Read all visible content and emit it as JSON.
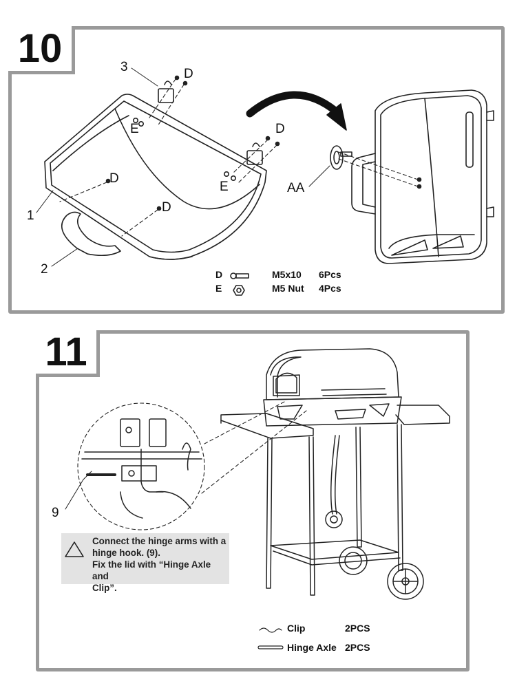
{
  "step10": {
    "number": "10",
    "callouts": {
      "part_1": "1",
      "part_2": "2",
      "part_3": "3",
      "d1": "D",
      "d2": "D",
      "d3": "D",
      "d4": "D",
      "e1": "E",
      "e2": "E",
      "aa": "AA"
    },
    "parts_list": [
      {
        "code": "D",
        "spec": "M5x10",
        "qty": "6Pcs",
        "icon": "bolt-icon"
      },
      {
        "code": "E",
        "spec": "M5 Nut",
        "qty": "4Pcs",
        "icon": "nut-icon"
      }
    ]
  },
  "step11": {
    "number": "11",
    "callouts": {
      "part_9": "9"
    },
    "note_icon": "warning-triangle-icon",
    "note_text": "Connect the hinge arms with a\nhinge hook. (9).\nFix the lid with “Hinge Axle and\nClip”.",
    "parts_list": [
      {
        "name": "Clip",
        "qty": "2PCS",
        "icon": "clip-icon"
      },
      {
        "name": "Hinge Axle",
        "qty": "2PCS",
        "icon": "hinge-axle-icon"
      }
    ]
  },
  "colors": {
    "panel_border": "#9a9a9a",
    "note_bg": "#e3e3e3",
    "line": "#222222"
  }
}
